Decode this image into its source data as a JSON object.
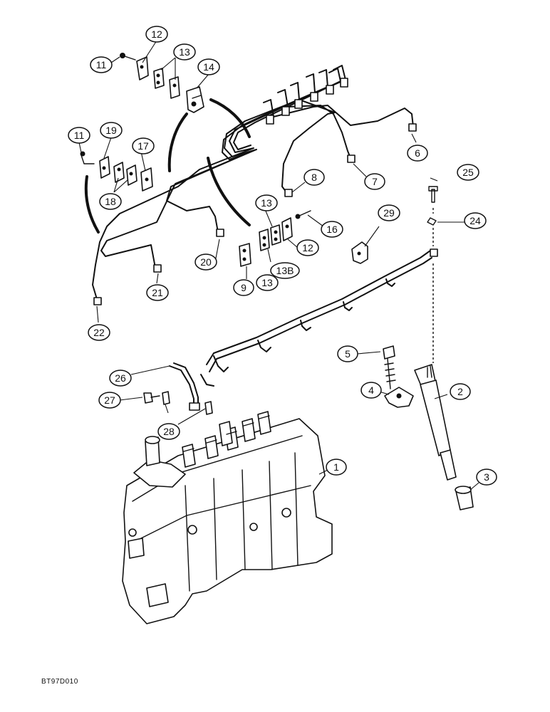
{
  "figure": {
    "code": "BT97D010",
    "callouts": [
      {
        "id": "1",
        "label": "1"
      },
      {
        "id": "2",
        "label": "2"
      },
      {
        "id": "3",
        "label": "3"
      },
      {
        "id": "4",
        "label": "4"
      },
      {
        "id": "5",
        "label": "5"
      },
      {
        "id": "6",
        "label": "6"
      },
      {
        "id": "7",
        "label": "7"
      },
      {
        "id": "8",
        "label": "8"
      },
      {
        "id": "9",
        "label": "9"
      },
      {
        "id": "11a",
        "label": "11"
      },
      {
        "id": "11b",
        "label": "11"
      },
      {
        "id": "12a",
        "label": "12"
      },
      {
        "id": "12b",
        "label": "12"
      },
      {
        "id": "13a",
        "label": "13"
      },
      {
        "id": "13b",
        "label": "13"
      },
      {
        "id": "13c",
        "label": "13"
      },
      {
        "id": "13B",
        "label": "13B"
      },
      {
        "id": "14",
        "label": "14"
      },
      {
        "id": "16",
        "label": "16"
      },
      {
        "id": "17",
        "label": "17"
      },
      {
        "id": "18",
        "label": "18"
      },
      {
        "id": "19",
        "label": "19"
      },
      {
        "id": "20",
        "label": "20"
      },
      {
        "id": "21",
        "label": "21"
      },
      {
        "id": "22",
        "label": "22"
      },
      {
        "id": "24",
        "label": "24"
      },
      {
        "id": "25",
        "label": "25"
      },
      {
        "id": "26",
        "label": "26"
      },
      {
        "id": "27",
        "label": "27"
      },
      {
        "id": "28",
        "label": "28"
      },
      {
        "id": "29",
        "label": "29"
      }
    ]
  }
}
